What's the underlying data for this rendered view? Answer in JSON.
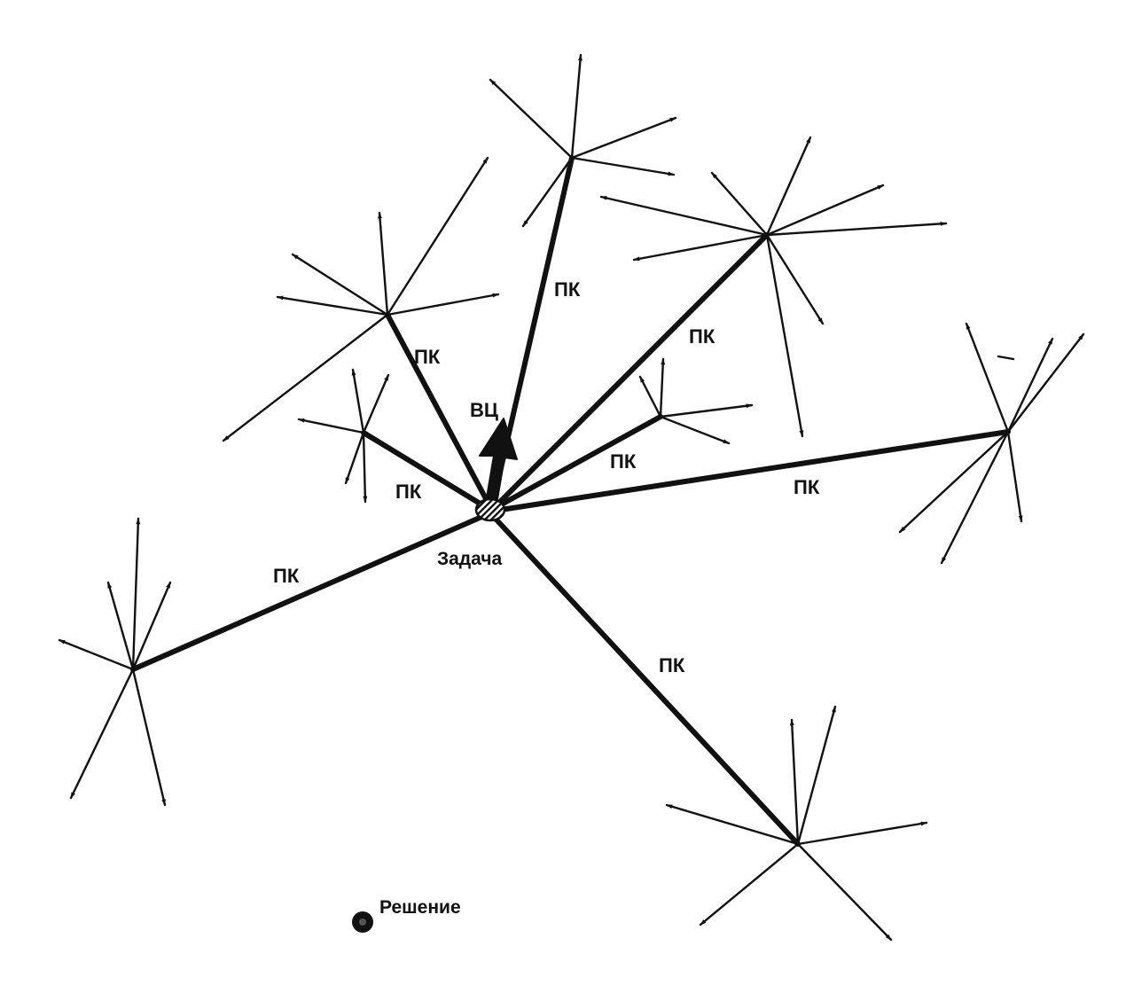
{
  "labels": {
    "problem": "Задача",
    "solution": "Решение",
    "main_vector": "ВЦ",
    "attempt": "ПК"
  },
  "colors": {
    "ink": "#111111",
    "background": "#ffffff"
  },
  "nodes": [
    {
      "id": "problem",
      "kind": "problem"
    },
    {
      "id": "solution",
      "kind": "solution"
    },
    {
      "id": "hub-top",
      "kind": "branch"
    },
    {
      "id": "hub-upper-left",
      "kind": "branch"
    },
    {
      "id": "hub-upper-right",
      "kind": "branch"
    },
    {
      "id": "hub-small-left",
      "kind": "branch"
    },
    {
      "id": "hub-small-right",
      "kind": "branch"
    },
    {
      "id": "hub-far-right",
      "kind": "branch"
    },
    {
      "id": "hub-far-left",
      "kind": "branch"
    },
    {
      "id": "hub-bottom-right",
      "kind": "branch"
    }
  ],
  "edges": [
    {
      "from": "problem",
      "to": "hub-top",
      "label": "ПК"
    },
    {
      "from": "problem",
      "to": "hub-upper-left",
      "label": "ПК"
    },
    {
      "from": "problem",
      "to": "hub-upper-right",
      "label": "ПК"
    },
    {
      "from": "problem",
      "to": "hub-small-left",
      "label": "ПК"
    },
    {
      "from": "problem",
      "to": "hub-small-right",
      "label": "ПК"
    },
    {
      "from": "problem",
      "to": "hub-far-right",
      "label": "ПК"
    },
    {
      "from": "problem",
      "to": "hub-far-left",
      "label": "ПК"
    },
    {
      "from": "problem",
      "to": "hub-bottom-right",
      "label": "ПК"
    }
  ]
}
